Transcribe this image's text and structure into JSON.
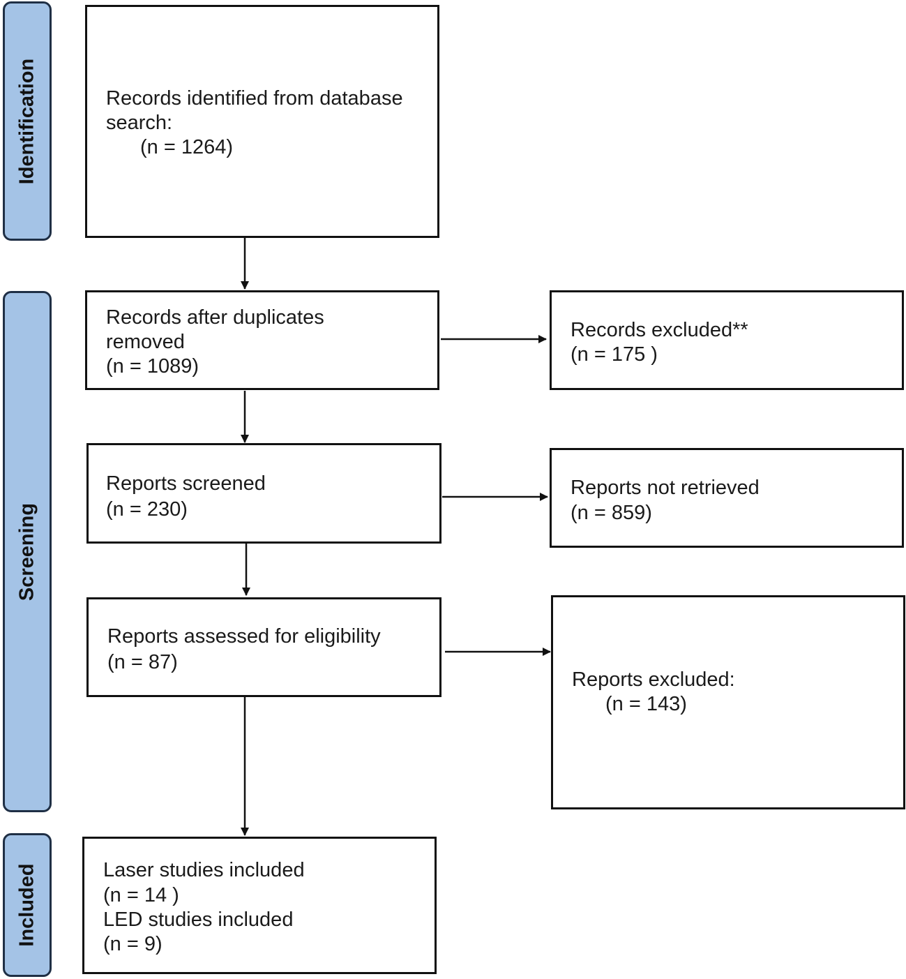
{
  "phases": {
    "identification": "Identification",
    "screening": "Screening",
    "included": "Included"
  },
  "boxes": {
    "database_search": {
      "line1": "Records identified from database",
      "line2": "search:",
      "line3": "(n = 1264)"
    },
    "duplicates_removed": {
      "line1": "Records after duplicates",
      "line2": "removed",
      "line3": "(n = 1089)"
    },
    "records_excluded": {
      "line1": "Records excluded**",
      "line2": "(n = 175 )"
    },
    "reports_screened": {
      "line1": "Reports screened",
      "line2": "(n = 230)"
    },
    "reports_not_retrieved": {
      "line1": "Reports not retrieved",
      "line2": "(n = 859)"
    },
    "eligibility": {
      "line1": "Reports assessed for eligibility",
      "line2": "(n = 87)"
    },
    "reports_excluded": {
      "line1": "Reports excluded:",
      "line2": "(n = 143)"
    },
    "included": {
      "line1": "Laser studies included",
      "line2": "(n = 14 )",
      "line3": "LED studies included",
      "line4": "(n = 9)"
    }
  },
  "colors": {
    "phase_fill": "#a4c3e6",
    "phase_border": "#1f2f45",
    "box_border": "#111111",
    "text": "#1a1a1a"
  }
}
